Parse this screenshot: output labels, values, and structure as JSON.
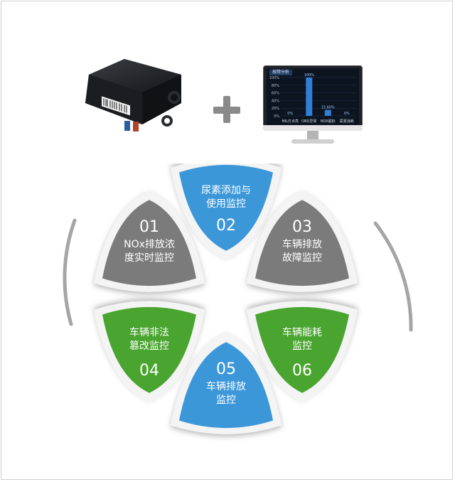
{
  "monitor": {
    "title": "故障分析",
    "y_ticks": [
      "100%",
      "80%",
      "60%",
      "40%",
      "20%",
      "0%"
    ],
    "bars": [
      {
        "label": "MIL灯点亮",
        "value": "0%"
      },
      {
        "label": "OBD异常",
        "value": "100%"
      },
      {
        "label": "NOX超标",
        "value": "15.60%"
      },
      {
        "label": "尿素消耗",
        "value": "0%"
      }
    ]
  },
  "petals": [
    {
      "num": "01",
      "text": "NOx排放浓\n度实时监控",
      "color": "#7b7b7b"
    },
    {
      "num": "02",
      "text": "尿素添加与\n使用监控",
      "color": "#3c97d9"
    },
    {
      "num": "03",
      "text": "车辆排放\n故障监控",
      "color": "#7b7b7b"
    },
    {
      "num": "04",
      "text": "车辆非法\n篡改监控",
      "color": "#49a52f"
    },
    {
      "num": "05",
      "text": "车辆排放\n监控",
      "color": "#3c97d9"
    },
    {
      "num": "06",
      "text": "车辆能耗\n监控",
      "color": "#49a52f"
    }
  ]
}
